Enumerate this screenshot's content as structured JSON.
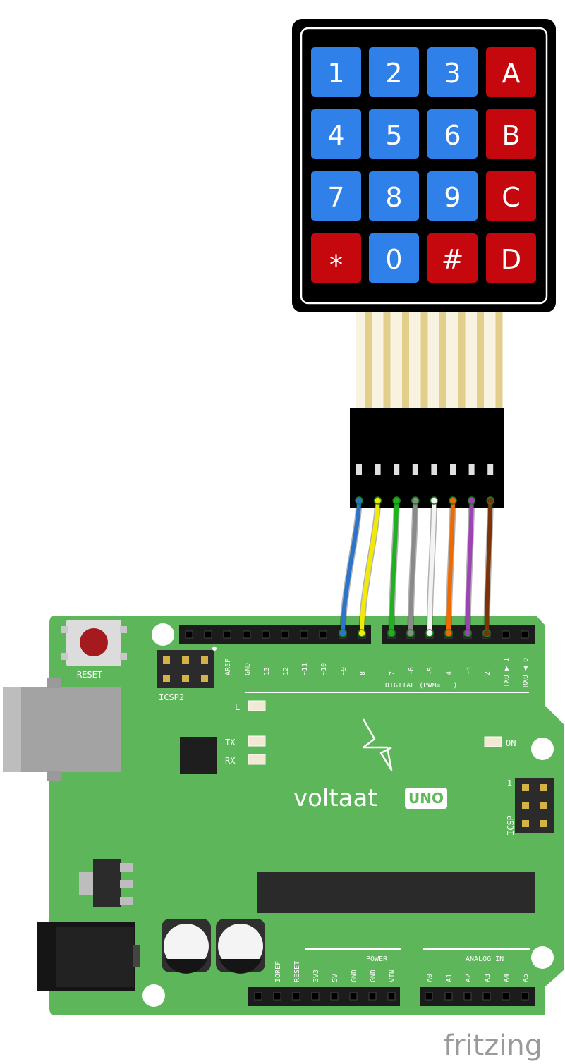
{
  "keypad": {
    "keys": [
      {
        "label": "1",
        "color": "#2f80e8"
      },
      {
        "label": "2",
        "color": "#2f80e8"
      },
      {
        "label": "3",
        "color": "#2f80e8"
      },
      {
        "label": "A",
        "color": "#c4080e"
      },
      {
        "label": "4",
        "color": "#2f80e8"
      },
      {
        "label": "5",
        "color": "#2f80e8"
      },
      {
        "label": "6",
        "color": "#2f80e8"
      },
      {
        "label": "B",
        "color": "#c4080e"
      },
      {
        "label": "7",
        "color": "#2f80e8"
      },
      {
        "label": "8",
        "color": "#2f80e8"
      },
      {
        "label": "9",
        "color": "#2f80e8"
      },
      {
        "label": "C",
        "color": "#c4080e"
      },
      {
        "label": "*",
        "color": "#c4080e"
      },
      {
        "label": "0",
        "color": "#2f80e8"
      },
      {
        "label": "#",
        "color": "#c4080e"
      },
      {
        "label": "D",
        "color": "#c4080e"
      }
    ]
  },
  "wires": [
    "#2a75c9",
    "#f2ea05",
    "#1fb11f",
    "#8a8a8a",
    "#f4f4f4",
    "#ef6a00",
    "#9c44b4",
    "#7a3408"
  ],
  "board": {
    "color": "#5db75a",
    "brand": "voltaat",
    "model": "UNO",
    "reset_label": "RESET",
    "icsp2_label": "ICSP2",
    "icsp_label": "ICSP",
    "icsp_pin1": "1",
    "digital_label": "DIGITAL (PWM=   )",
    "power_label": "POWER",
    "analog_label": "ANALOG IN",
    "led_l": "L",
    "led_tx": "TX",
    "led_rx": "RX",
    "led_on": "ON",
    "digital_pins_left": [
      "AREF",
      "GND",
      "13",
      "12",
      "~11",
      "~10",
      "~9",
      "8"
    ],
    "digital_pins_right": [
      "7",
      "~6",
      "~5",
      "4",
      "~3",
      "2",
      "TX0 ▶ 1",
      "RX0 ◀ 0"
    ],
    "power_pins": [
      "IOREF",
      "RESET",
      "3V3",
      "5V",
      "GND",
      "GND",
      "VIN"
    ],
    "analog_pins": [
      "A0",
      "A1",
      "A2",
      "A3",
      "A4",
      "A5"
    ]
  },
  "watermark": "fritzing"
}
